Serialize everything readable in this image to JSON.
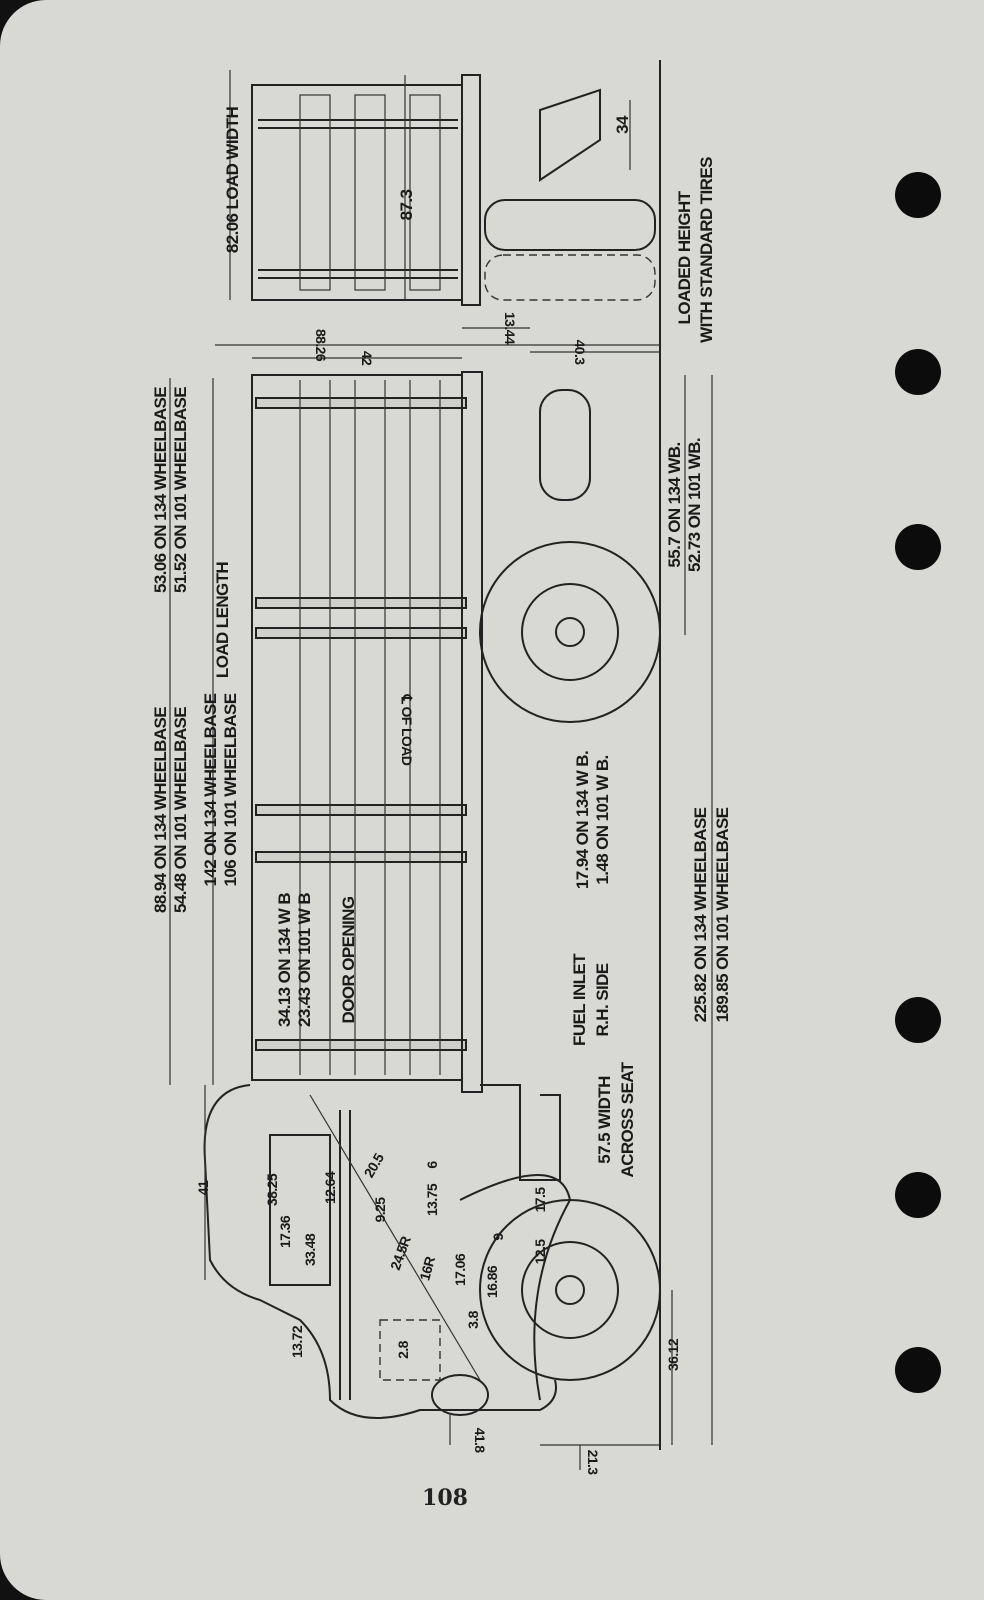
{
  "page_number": "108",
  "rear_view": {
    "load_width": "82.06 LOAD WIDTH",
    "overall_width": "87.3",
    "hitch_height": "34",
    "loaded_height_1": "LOADED HEIGHT",
    "loaded_height_2": "WITH STANDARD TIRES"
  },
  "heights": {
    "overall": "88.26",
    "body": "42",
    "frame": "13.44",
    "frame_ground": "40.3"
  },
  "side_view": {
    "rear_overhang_1": "53.06 ON 134 WHEELBASE",
    "rear_overhang_2": "51.52 ON 101 WHEELBASE",
    "load_length": "LOAD LENGTH",
    "front_to_axle_1": "88.94 ON 134 WHEELBASE",
    "front_to_axle_2": "54.48 ON 101 WHEELBASE",
    "load_len_1": "142 ON 134 WHEELBASE",
    "load_len_2": "106 ON 101 WHEELBASE",
    "door_dist_1": "34.13 ON 134 W B",
    "door_dist_2": "23.43 ON 101 W B",
    "door_opening": "DOOR OPENING",
    "center_of_load": "℄ OF LOAD",
    "rear_axle_1": "55.7 ON 134 WB.",
    "rear_axle_2": "52.73 ON 101 WB.",
    "fuel_1": "17.94 ON 134 W B.",
    "fuel_2": "1.48 ON 101 W B.",
    "fuel_inlet_1": "FUEL INLET",
    "fuel_inlet_2": "R.H. SIDE",
    "seat_width_1": "57.5 WIDTH",
    "seat_width_2": "ACROSS SEAT",
    "overall_1": "225.82 ON 134 WHEELBASE",
    "overall_2": "189.85 ON 101 WHEELBASE"
  },
  "cab_dims": [
    "41",
    "38.25",
    "12.64",
    "20.5",
    "9.25",
    "13.75",
    "6",
    "17.36",
    "33.48",
    "24.5R",
    "16R",
    "17.06",
    "9",
    "16.86",
    "12.5",
    "17.5",
    "13.72",
    "2.8",
    "3.8",
    "36.12",
    "41.8",
    "21.3"
  ]
}
